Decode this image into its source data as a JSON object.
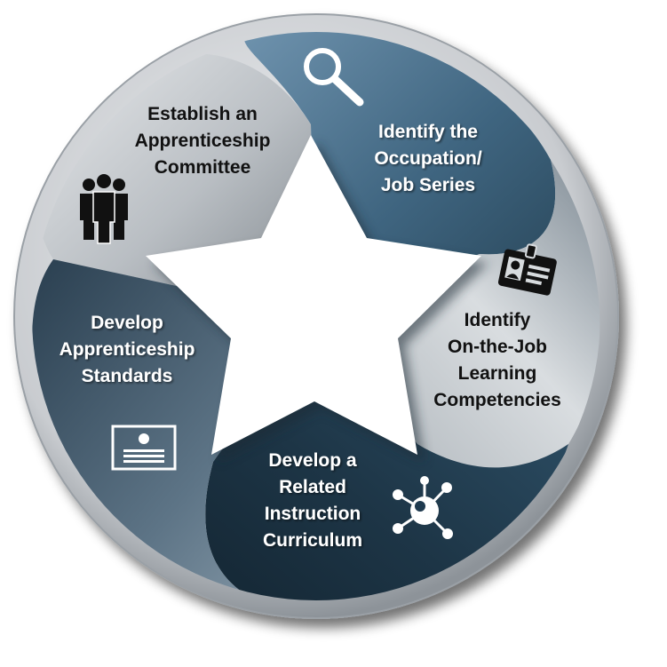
{
  "diagram": {
    "segments": [
      {
        "id": "occupation",
        "lines": [
          "Identify the",
          "Occupation/",
          "Job Series"
        ],
        "icon": "magnifying-glass-icon",
        "text_color": "#ffffff"
      },
      {
        "id": "ojl",
        "lines": [
          "Identify",
          "On-the-Job",
          "Learning",
          "Competencies"
        ],
        "icon": "id-badge-icon",
        "text_color": "#111111"
      },
      {
        "id": "curriculum",
        "lines": [
          "Develop a",
          "Related",
          "Instruction",
          "Curriculum"
        ],
        "icon": "network-hub-icon",
        "text_color": "#ffffff"
      },
      {
        "id": "standards",
        "lines": [
          "Develop",
          "Apprenticeship",
          "Standards"
        ],
        "icon": "certificate-icon",
        "text_color": "#ffffff"
      },
      {
        "id": "committee",
        "lines": [
          "Establish an",
          "Apprenticeship",
          "Committee"
        ],
        "icon": "group-people-icon",
        "text_color": "#111111"
      }
    ],
    "colors": {
      "steel_blue": "#3f6580",
      "dark_navy": "#1f3a4f",
      "light_gray": "#d0d4d8",
      "mid_gray": "#8a9197",
      "rim": "#c9ccd0"
    }
  }
}
